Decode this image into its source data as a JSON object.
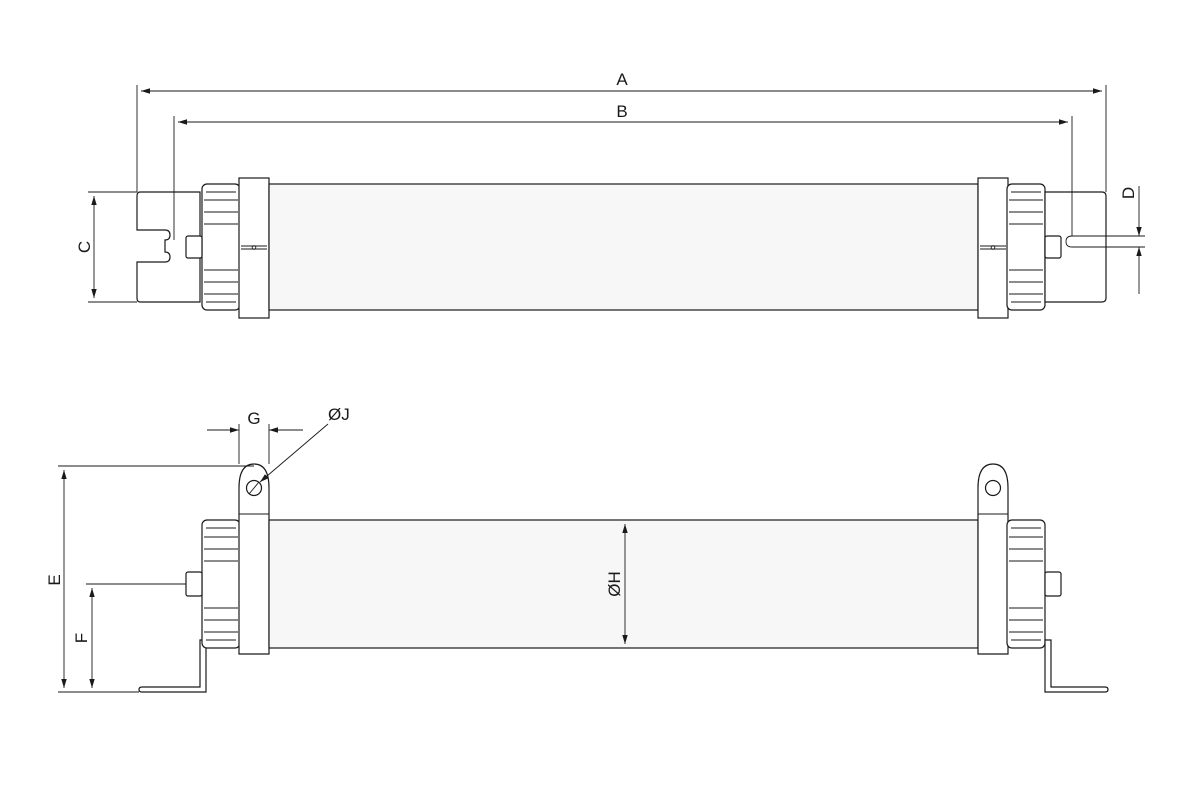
{
  "dimensions": {
    "A": "A",
    "B": "B",
    "C": "C",
    "D": "D",
    "E": "E",
    "F": "F",
    "G": "G",
    "H": "ØH",
    "J": "ØJ"
  }
}
